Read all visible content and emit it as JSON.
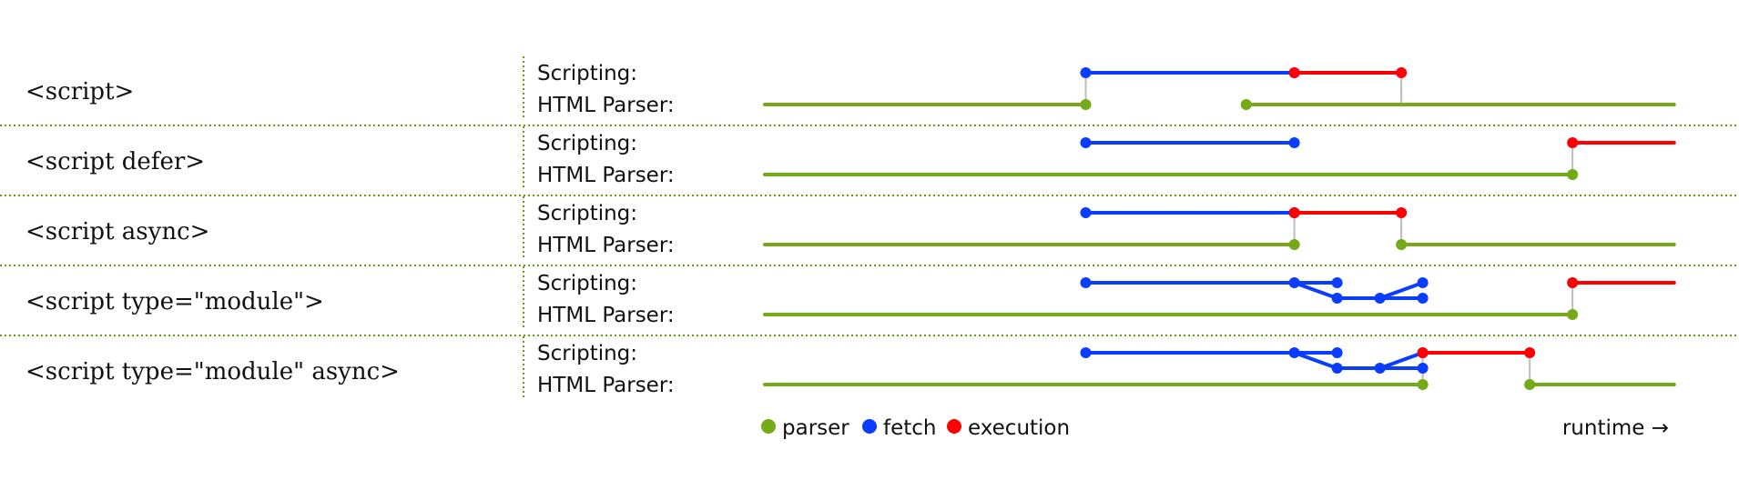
{
  "colors": {
    "parser": "#74aa17",
    "fetch": "#0a3dff",
    "execution": "#ff0000",
    "divider": "#6a9a10",
    "connector": "#bdbdbd"
  },
  "lane_labels": {
    "scripting": "Scripting:",
    "parser": "HTML Parser:"
  },
  "rows": [
    {
      "label": "<script>",
      "parser": [
        [
          0,
          3.0
        ],
        [
          4.5,
          8.5
        ]
      ],
      "fetch": [
        [
          3.0,
          4.95
        ]
      ],
      "execution": [
        [
          4.95,
          5.95
        ]
      ],
      "connectors": [
        3.0,
        5.95
      ]
    },
    {
      "label": "<script defer>",
      "parser": [
        [
          0,
          7.55
        ]
      ],
      "fetch": [
        [
          3.0,
          4.95
        ]
      ],
      "execution": [
        [
          7.55,
          8.5
        ]
      ],
      "connectors": [
        7.55
      ]
    },
    {
      "label": "<script async>",
      "parser": [
        [
          0,
          4.95
        ],
        [
          5.95,
          8.5
        ]
      ],
      "fetch": [
        [
          3.0,
          4.95
        ]
      ],
      "execution": [
        [
          4.95,
          5.95
        ]
      ],
      "connectors": [
        4.95,
        5.95
      ]
    },
    {
      "label": "<script type=\"module\">",
      "parser": [
        [
          0,
          7.55
        ]
      ],
      "fetch": [
        [
          3.0,
          4.95
        ]
      ],
      "modules": true,
      "execution": [
        [
          7.55,
          8.5
        ]
      ],
      "connectors": [
        7.55
      ]
    },
    {
      "label": "<script type=\"module\" async>",
      "parser": [
        [
          0,
          6.15
        ],
        [
          7.15,
          8.5
        ]
      ],
      "fetch": [
        [
          3.0,
          4.95
        ]
      ],
      "modules": true,
      "execution": [
        [
          6.15,
          7.15
        ]
      ],
      "connectors": [
        6.15,
        7.15
      ]
    }
  ],
  "legend": {
    "parser": "parser",
    "fetch": "fetch",
    "execution": "execution",
    "runtime": "runtime →"
  }
}
